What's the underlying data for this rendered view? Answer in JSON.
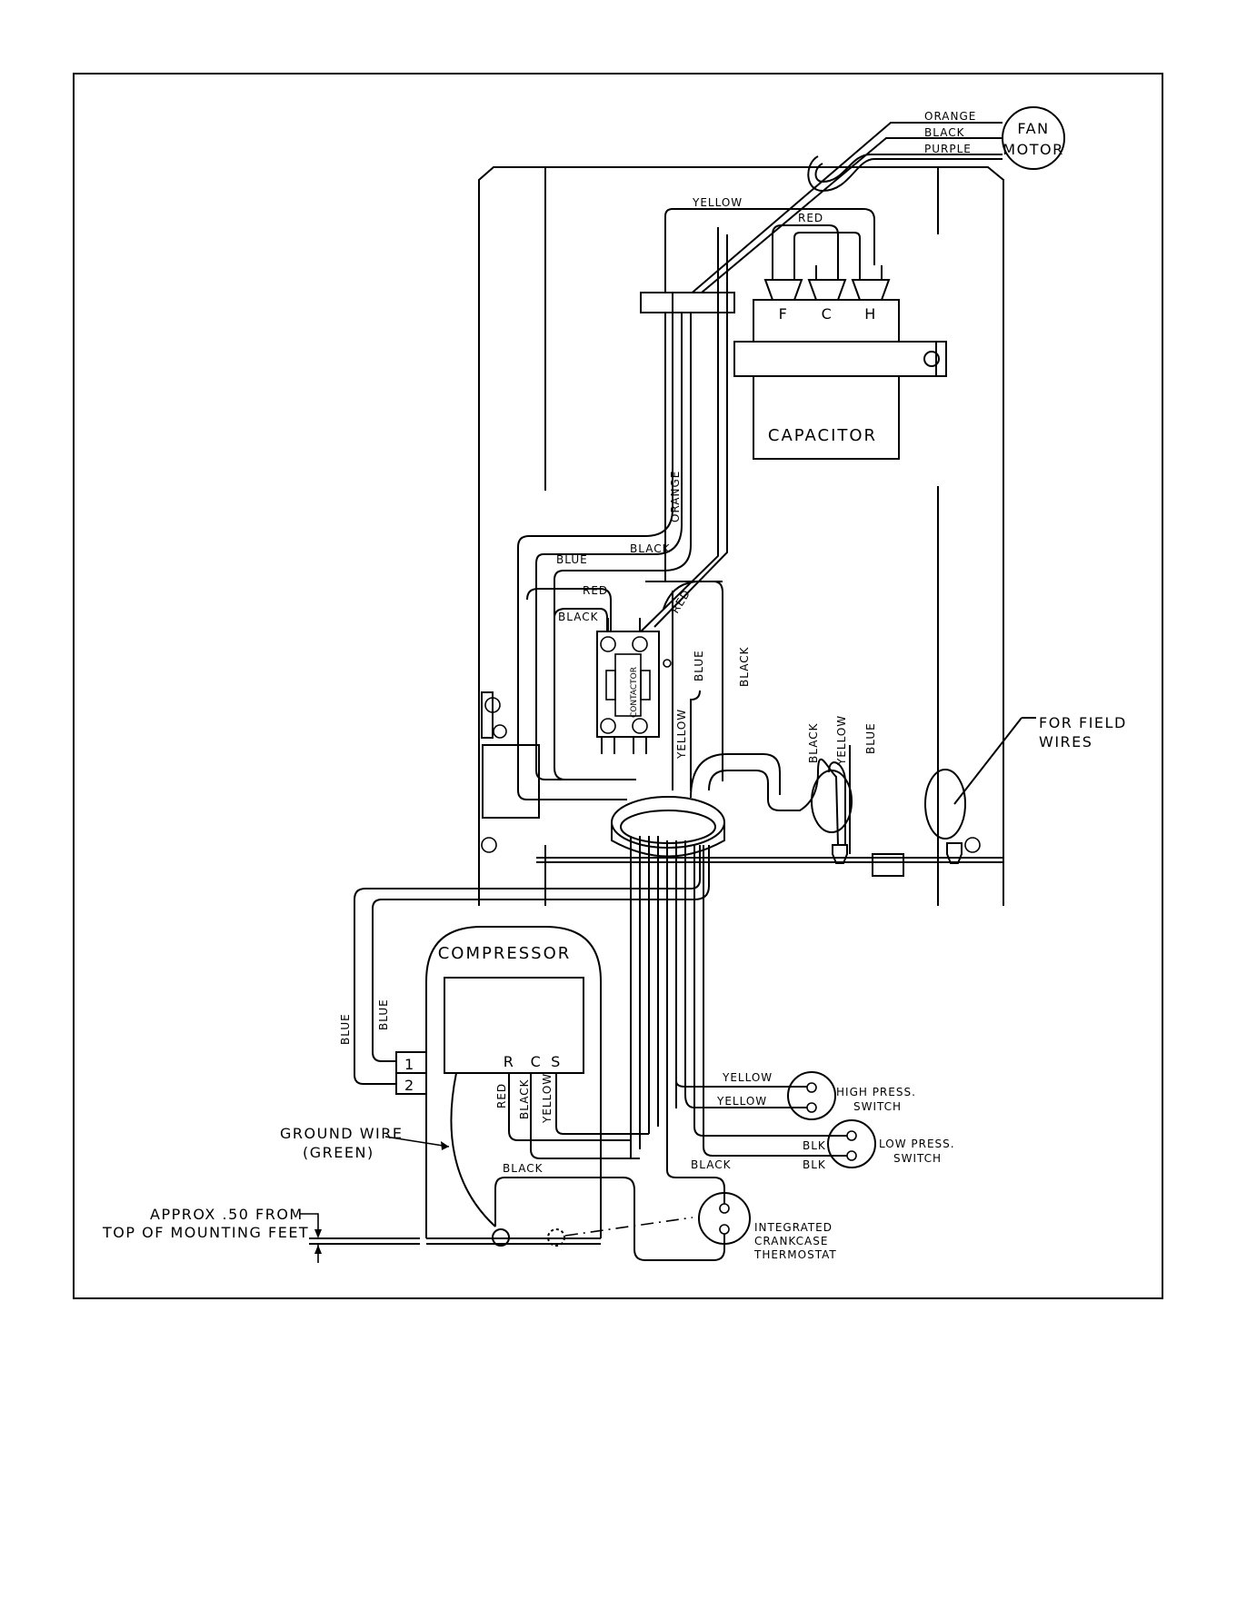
{
  "fan_motor": {
    "line1": "FAN",
    "line2": "MOTOR"
  },
  "fan_wires": {
    "orange": "ORANGE",
    "black": "BLACK",
    "purple": "PURPLE"
  },
  "capacitor": {
    "label": "CAPACITOR",
    "terminal_f": "F",
    "terminal_c": "C",
    "terminal_h": "H"
  },
  "contactor": {
    "label": "CONTACTOR"
  },
  "compressor": {
    "label": "COMPRESSOR",
    "terminal_r": "R",
    "terminal_c": "C",
    "terminal_s": "S",
    "plug_1": "1",
    "plug_2": "2"
  },
  "high_press_switch": {
    "line1": "HIGH PRESS.",
    "line2": "SWITCH"
  },
  "low_press_switch": {
    "line1": "LOW PRESS.",
    "line2": "SWITCH"
  },
  "crankcase_thermostat": {
    "line1": "INTEGRATED",
    "line2": "CRANKCASE",
    "line3": "THERMOSTAT"
  },
  "field_wires": {
    "line1": "FOR FIELD",
    "line2": "WIRES"
  },
  "ground_wire": {
    "line1": "GROUND WIRE",
    "line2": "(GREEN)"
  },
  "mounting_note": {
    "line1": "APPROX .50 FROM",
    "line2": "TOP OF MOUNTING FEET"
  },
  "wire_labels": {
    "yellow": "YELLOW",
    "red": "RED",
    "orange": "ORANGE",
    "black": "BLACK",
    "blue": "BLUE",
    "blk": "BLK"
  }
}
